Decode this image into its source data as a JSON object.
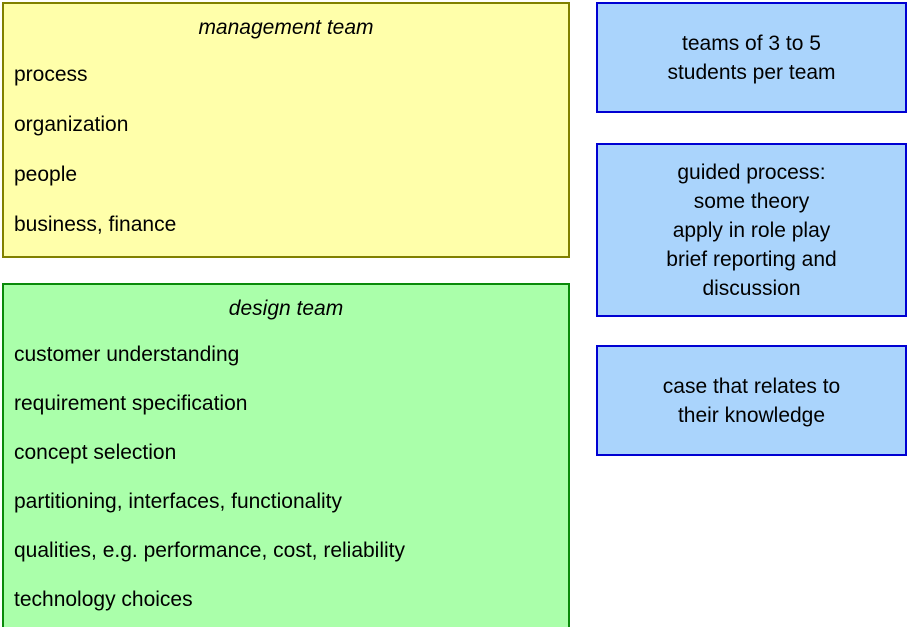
{
  "diagram": {
    "colors": {
      "yellow_fill": "#FFFFAA",
      "yellow_border": "#808000",
      "green_fill": "#AAFFAA",
      "green_border": "#0A8A0A",
      "blue_fill": "#AAD4FC",
      "blue_border": "#0000D2",
      "text": "#000000",
      "background": "#FFFFFF"
    },
    "categories": [
      {
        "id": "management",
        "title": "management team",
        "items": [
          "process",
          "organization",
          "people",
          "business, finance"
        ]
      },
      {
        "id": "design",
        "title": "design team",
        "items": [
          "customer understanding",
          "requirement specification",
          "concept selection",
          "partitioning, interfaces, functionality",
          "qualities, e.g. performance, cost, reliability",
          "technology choices"
        ]
      }
    ],
    "notes": [
      {
        "id": "teams",
        "lines": [
          "teams of 3 to 5",
          "students per team"
        ]
      },
      {
        "id": "process",
        "lines": [
          "guided process:",
          "some theory",
          "apply in role play",
          "brief reporting and",
          "discussion"
        ]
      },
      {
        "id": "case",
        "lines": [
          "case that relates to",
          "their knowledge"
        ]
      }
    ]
  }
}
